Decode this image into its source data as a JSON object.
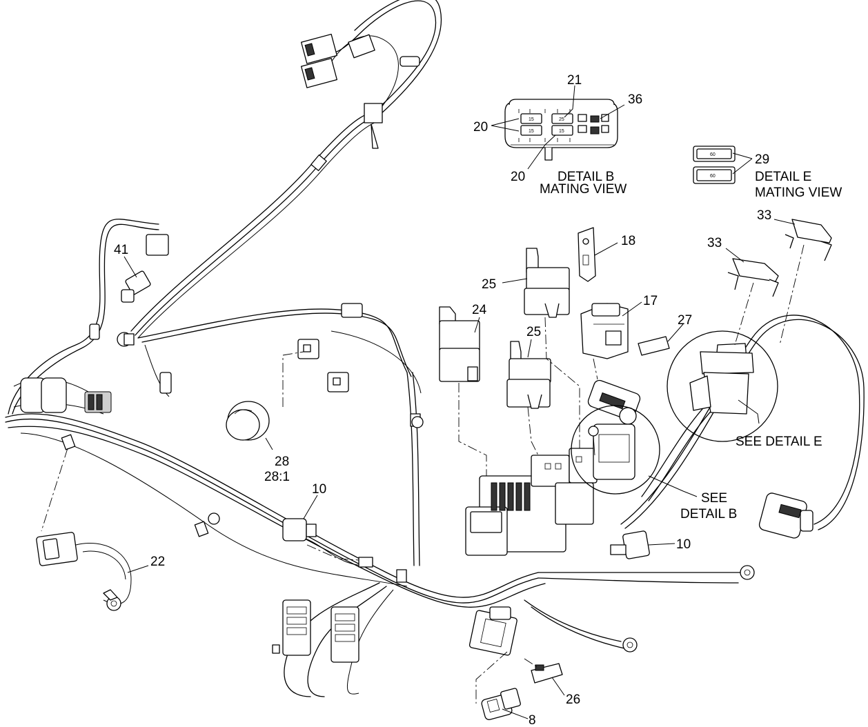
{
  "callouts": {
    "c21": "21",
    "c36": "36",
    "c20a": "20",
    "c20b": "20",
    "c29": "29",
    "c33a": "33",
    "c33b": "33",
    "c18": "18",
    "c25a": "25",
    "c25b": "25",
    "c24": "24",
    "c17": "17",
    "c27": "27",
    "c41": "41",
    "c28": "28",
    "c28_1": "28:1",
    "c10a": "10",
    "c10b": "10",
    "c22": "22",
    "c26": "26",
    "c8": "8"
  },
  "details": {
    "detail_b_title": "DETAIL B",
    "detail_b_sub": "MATING VIEW",
    "detail_e_title": "DETAIL E",
    "detail_e_sub": "MATING VIEW",
    "see_detail_e": "SEE DETAIL E",
    "see_detail_b_1": "SEE",
    "see_detail_b_2": "DETAIL B"
  },
  "fuse_values": {
    "f15a": "15",
    "f15b": "15",
    "f25": "25",
    "f15c": "15",
    "f60a": "60",
    "f60b": "60"
  }
}
